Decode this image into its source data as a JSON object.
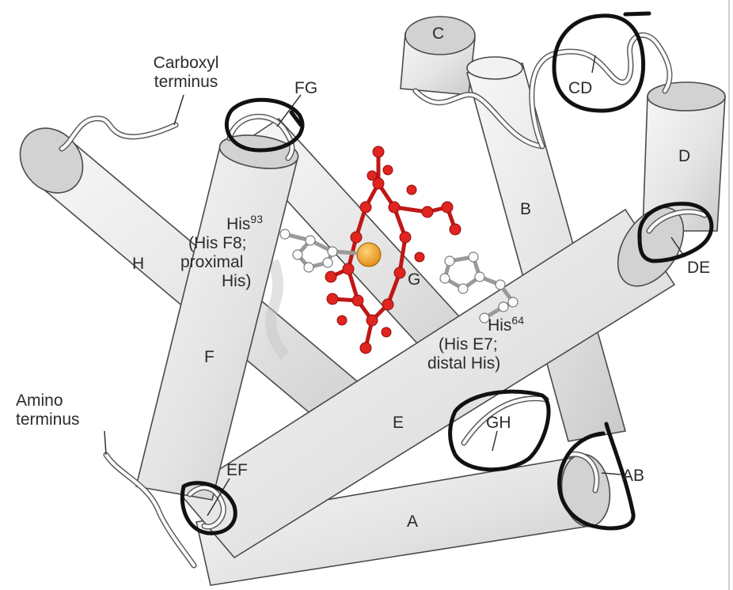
{
  "helix_labels": {
    "a": "A",
    "b": "B",
    "c": "C",
    "d": "D",
    "e": "E",
    "f": "F",
    "g": "G",
    "h": "H"
  },
  "loop_labels": {
    "ab": "AB",
    "cd": "CD",
    "de": "DE",
    "ef": "EF",
    "fg": "FG",
    "gh": "GH"
  },
  "termini": {
    "carboxyl_line1": "Carboxyl",
    "carboxyl_line2": "terminus",
    "amino_line1": "Amino",
    "amino_line2": "terminus"
  },
  "residues": {
    "proximal": {
      "name": "His",
      "number": "93",
      "line2": "(His F8;",
      "line3": "proximal",
      "line4": "His)"
    },
    "distal": {
      "name": "His",
      "number": "64",
      "line2": "(His E7;",
      "line3": "distal His)"
    }
  },
  "colors": {
    "heme": "#e0241f",
    "iron": "#f0a21e",
    "helix_fill": "#e9e9e9",
    "annotation_ink": "#111111"
  },
  "annotations": {
    "circled_labels": [
      "FG",
      "CD",
      "DE",
      "GH",
      "EF",
      "AB"
    ]
  }
}
